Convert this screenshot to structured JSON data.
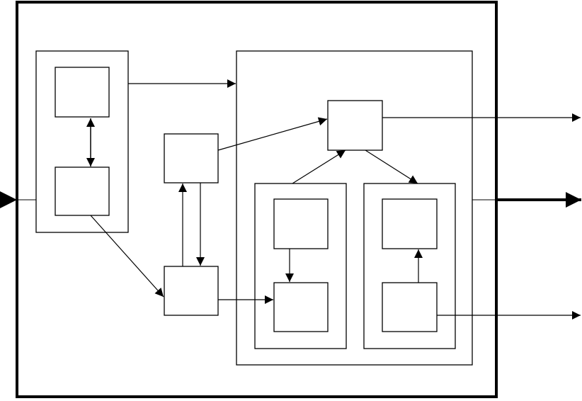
{
  "diagram": {
    "type": "block-diagram",
    "labels": [],
    "colors": {
      "stroke": "#000000",
      "background": "#ffffff"
    },
    "blocks": [
      "outer-frame",
      "left-group",
      "left-top-block",
      "left-bottom-block",
      "middle-top-block",
      "middle-bottom-block",
      "right-group",
      "right-top-block",
      "right-subgroup-1",
      "sub1-top-block",
      "sub1-bottom-block",
      "right-subgroup-2",
      "sub2-top-block",
      "sub2-bottom-block"
    ],
    "connections": [
      {
        "from": "external-input",
        "to": "left-bottom-block",
        "kind": "input"
      },
      {
        "from": "left-top-block",
        "to": "left-bottom-block",
        "kind": "bidirectional"
      },
      {
        "from": "left-group",
        "to": "right-group",
        "kind": "directed"
      },
      {
        "from": "left-bottom-block",
        "to": "middle-bottom-block",
        "kind": "directed"
      },
      {
        "from": "middle-bottom-block",
        "to": "middle-top-block",
        "kind": "directed"
      },
      {
        "from": "middle-top-block",
        "to": "middle-bottom-block",
        "kind": "directed"
      },
      {
        "from": "middle-top-block",
        "to": "right-top-block",
        "kind": "directed"
      },
      {
        "from": "middle-bottom-block",
        "to": "sub1-bottom-block",
        "kind": "directed"
      },
      {
        "from": "right-subgroup-1",
        "to": "right-top-block",
        "kind": "directed"
      },
      {
        "from": "right-top-block",
        "to": "right-subgroup-2",
        "kind": "directed"
      },
      {
        "from": "sub1-top-block",
        "to": "sub1-bottom-block",
        "kind": "directed"
      },
      {
        "from": "sub2-bottom-block",
        "to": "sub2-top-block",
        "kind": "directed"
      },
      {
        "from": "right-top-block",
        "to": "external-output-1",
        "kind": "output"
      },
      {
        "from": "right-group",
        "to": "external-output-2",
        "kind": "output"
      },
      {
        "from": "sub2-bottom-block",
        "to": "external-output-3",
        "kind": "output"
      }
    ]
  }
}
